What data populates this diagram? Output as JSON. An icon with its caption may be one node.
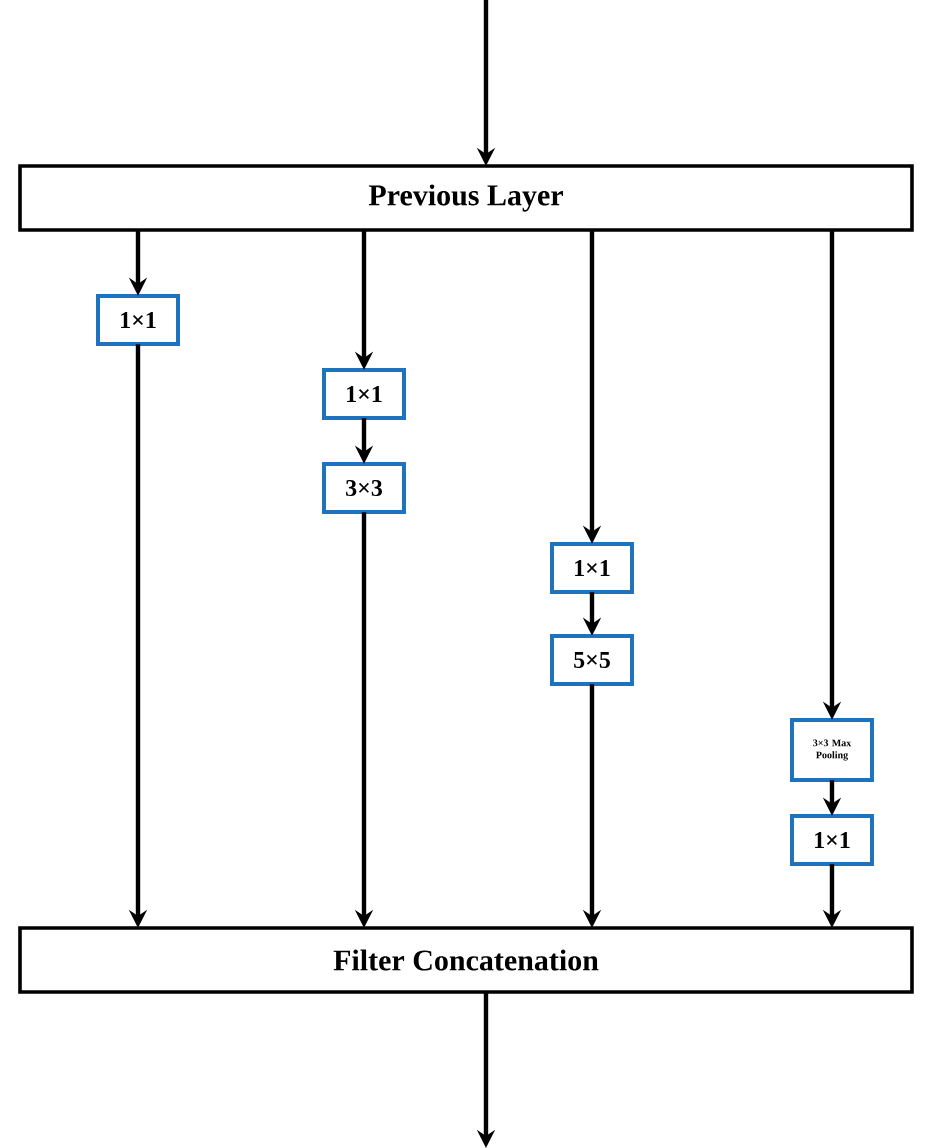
{
  "diagram": {
    "nodes": [
      {
        "text": [
          "Previous Layer"
        ]
      },
      {
        "text": [
          "1×1"
        ]
      },
      {
        "text": [
          "1×1"
        ]
      },
      {
        "text": [
          "3×3"
        ]
      },
      {
        "text": [
          "1×1"
        ]
      },
      {
        "text": [
          "5×5"
        ]
      },
      {
        "text": [
          "3×3 Max Pooling"
        ]
      },
      {
        "text": [
          "1×1"
        ]
      },
      {
        "text": [
          "Filter Concatenation"
        ]
      }
    ],
    "edges": [
      {
        "from": null,
        "to": 0,
        "arrow": "to"
      },
      {
        "from": 0,
        "to": 1,
        "arrow": "to"
      },
      {
        "from": 1,
        "to": 8,
        "arrow": "to"
      },
      {
        "from": 0,
        "to": 2,
        "arrow": "to"
      },
      {
        "from": 2,
        "to": 3,
        "arrow": "to"
      },
      {
        "from": 3,
        "to": 8,
        "arrow": "to"
      },
      {
        "from": 0,
        "to": 4,
        "arrow": "to"
      },
      {
        "from": 4,
        "to": 5,
        "arrow": "to"
      },
      {
        "from": 5,
        "to": 8,
        "arrow": "to"
      },
      {
        "from": 0,
        "to": 6,
        "arrow": "to"
      },
      {
        "from": 6,
        "to": 7,
        "arrow": "to"
      },
      {
        "from": 7,
        "to": 8,
        "arrow": "to"
      },
      {
        "from": 8,
        "to": null,
        "arrow": "to"
      }
    ]
  }
}
